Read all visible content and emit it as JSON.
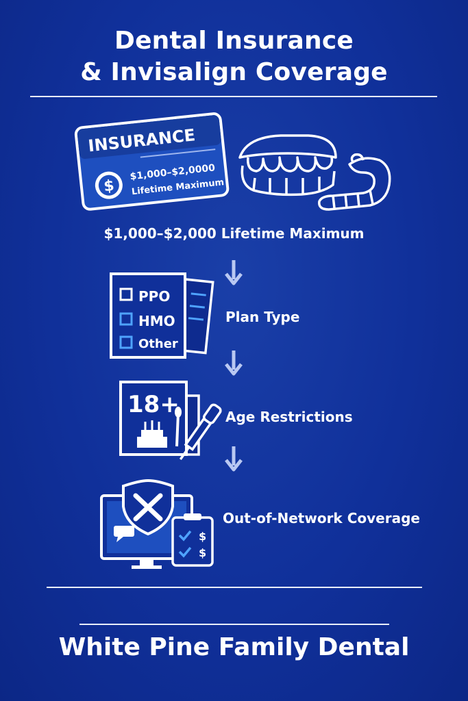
{
  "header": {
    "title_line1": "Dental Insurance",
    "title_line2": "& Invisalign Coverage"
  },
  "card": {
    "heading": "INSURANCE",
    "amount": "$1,000–$2,0000",
    "caption": "Lifetime Maximum",
    "icon": "dollar-coin-icon"
  },
  "steps": {
    "maximum": "$1,000–$2,000 Lifetime Maximum",
    "plan_type": "Plan Type",
    "age": "Age Restrictions",
    "network": "Out-of-Network Coverage"
  },
  "plan_options": [
    "PPO",
    "HMO",
    "Other"
  ],
  "age_badge": "18+",
  "network_icon_values": [
    "$",
    "$"
  ],
  "footer": {
    "brand": "White Pine Family Dental"
  },
  "colors": {
    "background": "#10309a",
    "card_blue": "#1e4fbf",
    "line": "#e9eefc",
    "arrow": "#b9c8f2",
    "accent": "#4fa3ff"
  }
}
